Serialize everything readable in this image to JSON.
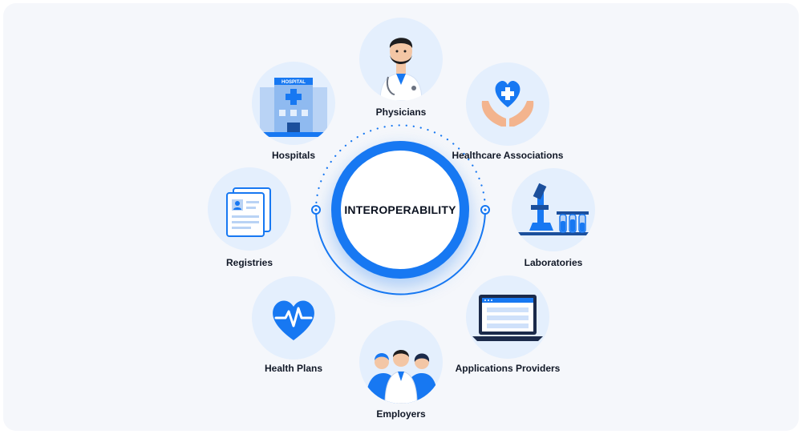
{
  "center": {
    "title": "INTEROPERABILITY"
  },
  "nodes": {
    "physicians": {
      "label": "Physicians",
      "icon": "doctor-icon"
    },
    "hospitals": {
      "label": "Hospitals",
      "icon": "hospital-building-icon",
      "sign": "HOSPITAL"
    },
    "healthcare_associations": {
      "label": "Healthcare Associations",
      "icon": "hands-heart-icon"
    },
    "registries": {
      "label": "Registries",
      "icon": "registry-documents-icon"
    },
    "laboratories": {
      "label": "Laboratories",
      "icon": "microscope-test-tubes-icon"
    },
    "health_plans": {
      "label": "Health Plans",
      "icon": "heart-pulse-icon"
    },
    "applications_providers": {
      "label": "Applications Providers",
      "icon": "laptop-icon"
    },
    "employers": {
      "label": "Employers",
      "icon": "medical-staff-icon"
    }
  },
  "colors": {
    "accent": "#1778f2",
    "node_bg": "#e4effd",
    "background": "#f5f7fb",
    "text": "#111827"
  }
}
